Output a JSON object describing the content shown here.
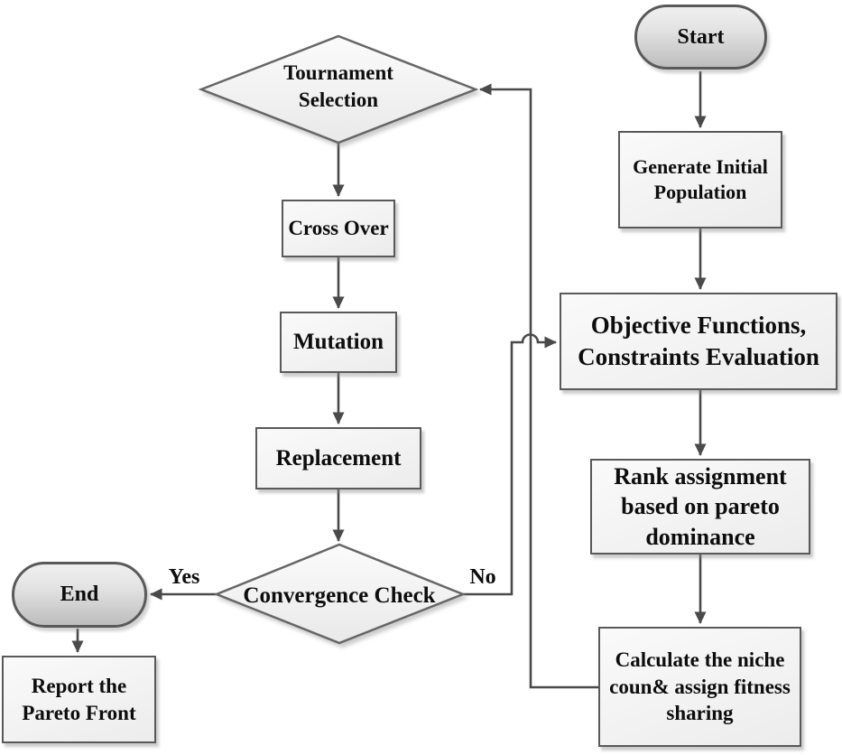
{
  "diagram": {
    "type": "flowchart",
    "description": "Multi-objective genetic algorithm flowchart",
    "nodes": {
      "start": {
        "label": "Start",
        "shape": "terminator"
      },
      "generate": {
        "label": "Generate Initial\nPopulation",
        "shape": "process"
      },
      "objective": {
        "label": "Objective Functions,\nConstraints Evaluation",
        "shape": "process"
      },
      "rank": {
        "label": "Rank assignment\nbased on pareto\ndominance",
        "shape": "process"
      },
      "niche": {
        "label": "Calculate the niche\ncoun& assign fitness\nsharing",
        "shape": "process"
      },
      "tournament": {
        "label": "Tournament\nSelection",
        "shape": "decision"
      },
      "crossover": {
        "label": "Cross Over",
        "shape": "process"
      },
      "mutation": {
        "label": "Mutation",
        "shape": "process"
      },
      "replacement": {
        "label": "Replacement",
        "shape": "process"
      },
      "convergence": {
        "label": "Convergence Check",
        "shape": "decision"
      },
      "end": {
        "label": "End",
        "shape": "terminator"
      },
      "report": {
        "label": "Report the\nPareto Front",
        "shape": "process"
      }
    },
    "edge_labels": {
      "yes": "Yes",
      "no": "No"
    },
    "edges": [
      {
        "from": "start",
        "to": "generate",
        "label": ""
      },
      {
        "from": "generate",
        "to": "objective",
        "label": ""
      },
      {
        "from": "objective",
        "to": "rank",
        "label": ""
      },
      {
        "from": "rank",
        "to": "niche",
        "label": ""
      },
      {
        "from": "niche",
        "to": "tournament",
        "label": ""
      },
      {
        "from": "tournament",
        "to": "crossover",
        "label": ""
      },
      {
        "from": "crossover",
        "to": "mutation",
        "label": ""
      },
      {
        "from": "mutation",
        "to": "replacement",
        "label": ""
      },
      {
        "from": "replacement",
        "to": "convergence",
        "label": ""
      },
      {
        "from": "convergence",
        "to": "objective",
        "label": "No"
      },
      {
        "from": "convergence",
        "to": "end",
        "label": "Yes"
      },
      {
        "from": "end",
        "to": "report",
        "label": ""
      }
    ],
    "colors": {
      "node_border": "#595959",
      "arrow": "#4a4a4a",
      "process_fill": "#f0f0f0",
      "terminator_fill": "#cfcfcf",
      "decision_fill": "#f5f5f5",
      "text": "#0d0d0d",
      "background": "#ffffff"
    }
  }
}
